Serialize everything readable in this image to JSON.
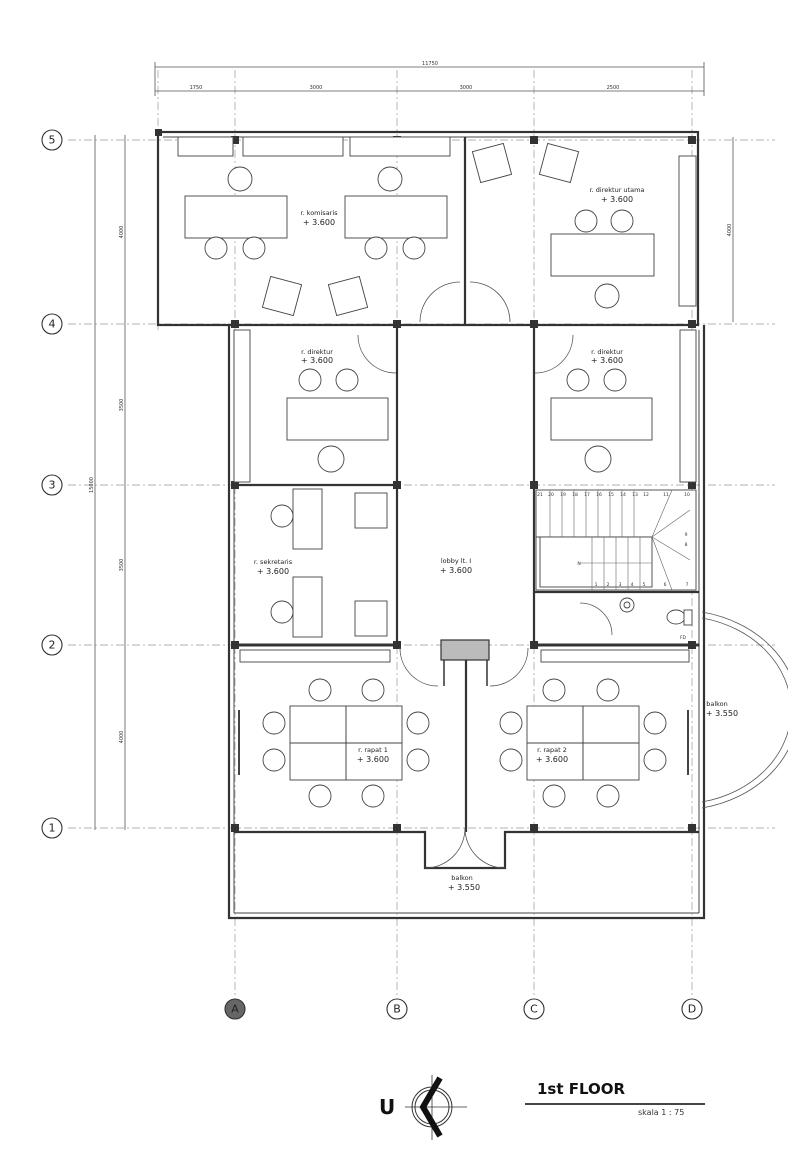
{
  "title": "1st FLOOR",
  "scale": "skala 1 : 75",
  "north_label": "U",
  "dimensions": {
    "top_total": "11750",
    "top_segments": [
      "1750",
      "3000",
      "3000",
      "2500"
    ],
    "left_total": "15000",
    "left_segments": [
      "4000",
      "3500",
      "3500",
      "4000"
    ],
    "right_segment": "4000"
  },
  "grid_rows": [
    "5",
    "4",
    "3",
    "2",
    "1"
  ],
  "grid_cols": [
    "A",
    "B",
    "C",
    "D"
  ],
  "rooms": {
    "komisaris": {
      "name": "r. komisaris",
      "level": "+ 3.600"
    },
    "direktur_utama": {
      "name": "r. direktur utama",
      "level": "+ 3.600"
    },
    "direktur_left": {
      "name": "r. direktur",
      "level": "+ 3.600"
    },
    "direktur_right": {
      "name": "r. direktur",
      "level": "+ 3.600"
    },
    "sekretaris": {
      "name": "r. sekretaris",
      "level": "+ 3.600"
    },
    "lobby": {
      "name": "lobby lt. I",
      "level": "+ 3.600"
    },
    "rapat1": {
      "name": "r. rapat 1",
      "level": "+ 3.600"
    },
    "rapat2": {
      "name": "r. rapat 2",
      "level": "+ 3.600"
    },
    "balkon_side": {
      "name": "balkon",
      "level": "+ 3.550"
    },
    "balkon_front": {
      "name": "balkon",
      "level": "+ 3.550"
    }
  },
  "stair": {
    "top_steps": [
      "21",
      "20",
      "19",
      "18",
      "17",
      "16",
      "15",
      "14",
      "13",
      "12",
      "11",
      "10"
    ],
    "right_steps": [
      "9",
      "8"
    ],
    "bottom_steps": [
      "1",
      "2",
      "3",
      "4",
      "5",
      "6",
      "7"
    ],
    "up_marker": "N",
    "fd_marker": "FD"
  }
}
